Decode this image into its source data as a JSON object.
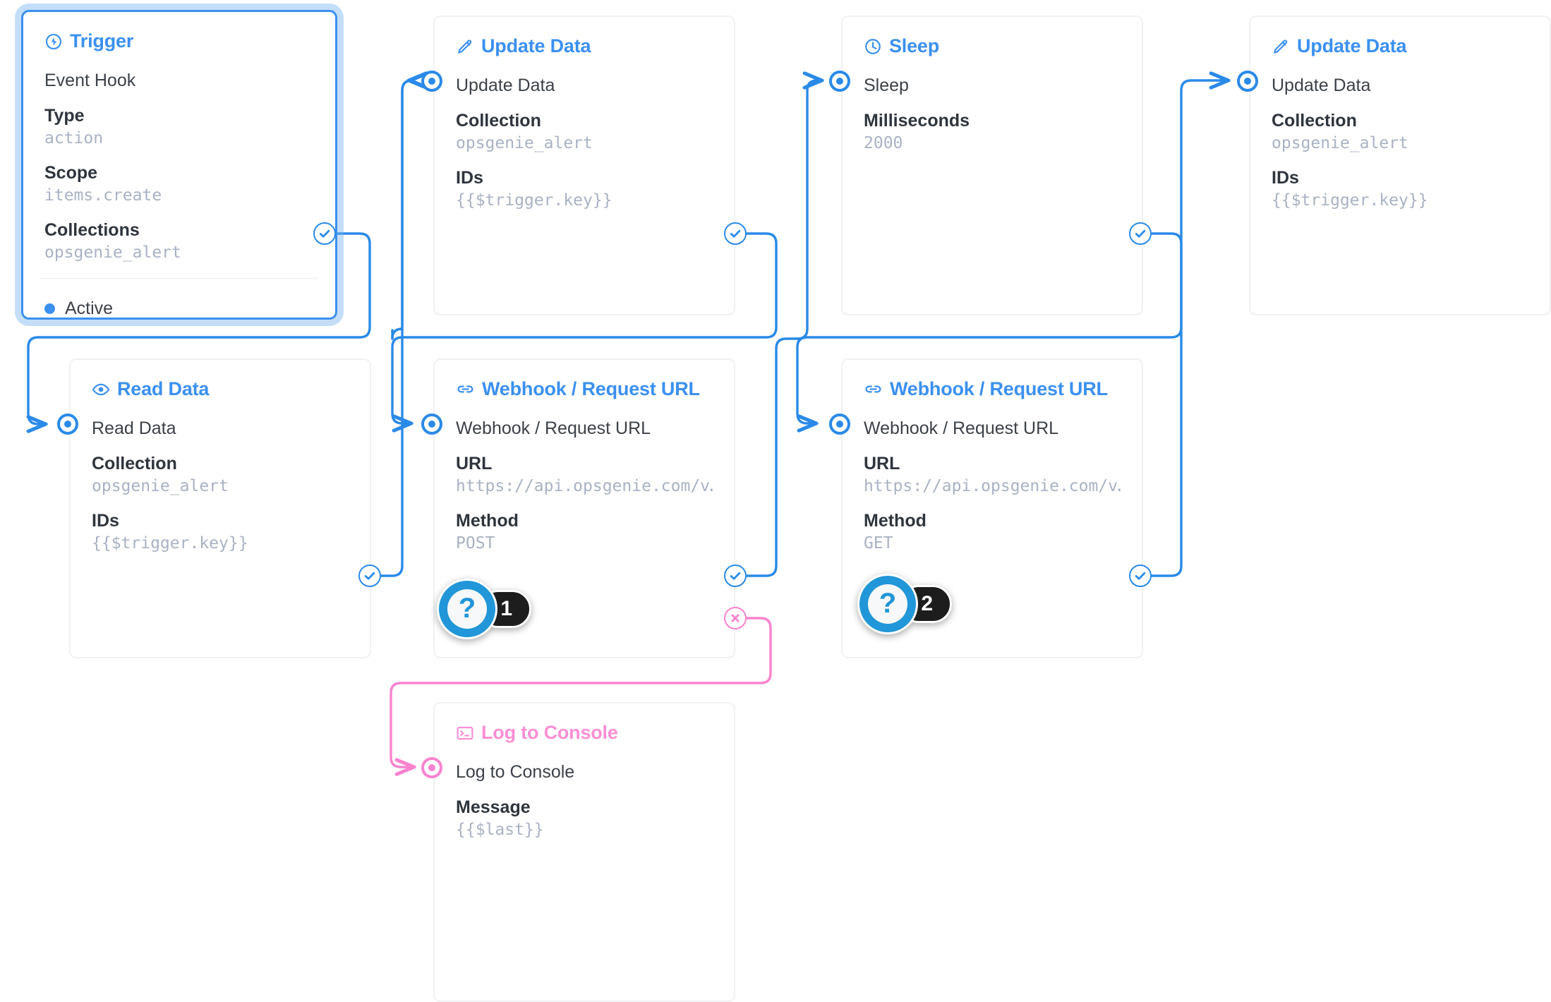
{
  "theme": {
    "accent": "#3b90ef",
    "wire": "#2a8ae8",
    "wire_reject": "#f983cf",
    "pink_title": "#fb8fd5",
    "value_text": "#a9b2c4",
    "key_text": "#2f353d",
    "card_border": "#f0f1f3",
    "badge_bg": "#1d1d1d"
  },
  "nodes": {
    "trigger": {
      "title": "Trigger",
      "icon": "bolt-circle-icon",
      "node_label": "Event Hook",
      "fields": [
        {
          "key": "Type",
          "value": "action"
        },
        {
          "key": "Scope",
          "value": "items.create"
        },
        {
          "key": "Collections",
          "value": "opsgenie_alert"
        }
      ],
      "status": "Active"
    },
    "update_data_1": {
      "title": "Update Data",
      "icon": "pencil-icon",
      "node_label": "Update Data",
      "fields": [
        {
          "key": "Collection",
          "value": "opsgenie_alert"
        },
        {
          "key": "IDs",
          "value": "{{$trigger.key}}"
        }
      ]
    },
    "sleep": {
      "title": "Sleep",
      "icon": "clock-icon",
      "node_label": "Sleep",
      "fields": [
        {
          "key": "Milliseconds",
          "value": "2000"
        }
      ]
    },
    "update_data_2": {
      "title": "Update Data",
      "icon": "pencil-icon",
      "node_label": "Update Data",
      "fields": [
        {
          "key": "Collection",
          "value": "opsgenie_alert"
        },
        {
          "key": "IDs",
          "value": "{{$trigger.key}}"
        }
      ]
    },
    "read_data": {
      "title": "Read Data",
      "icon": "eye-icon",
      "node_label": "Read Data",
      "fields": [
        {
          "key": "Collection",
          "value": "opsgenie_alert"
        },
        {
          "key": "IDs",
          "value": "{{$trigger.key}}"
        }
      ]
    },
    "webhook_1": {
      "title": "Webhook / Request URL",
      "icon": "link-icon",
      "node_label": "Webhook / Request URL",
      "fields": [
        {
          "key": "URL",
          "value": "https://api.opsgenie.com/v…"
        },
        {
          "key": "Method",
          "value": "POST"
        }
      ]
    },
    "webhook_2": {
      "title": "Webhook / Request URL",
      "icon": "link-icon",
      "node_label": "Webhook / Request URL",
      "fields": [
        {
          "key": "URL",
          "value": "https://api.opsgenie.com/v…"
        },
        {
          "key": "Method",
          "value": "GET"
        }
      ]
    },
    "log_to_console": {
      "title": "Log to Console",
      "icon": "terminal-icon",
      "node_label": "Log to Console",
      "fields": [
        {
          "key": "Message",
          "value": "{{$last}}"
        }
      ]
    }
  },
  "badges": [
    {
      "symbol": "?",
      "count": "1"
    },
    {
      "symbol": "?",
      "count": "2"
    }
  ],
  "ports": {
    "resolve_icon": "check-circle-icon",
    "reject_icon": "x-circle-icon",
    "input_icon": "target-dot-icon"
  }
}
